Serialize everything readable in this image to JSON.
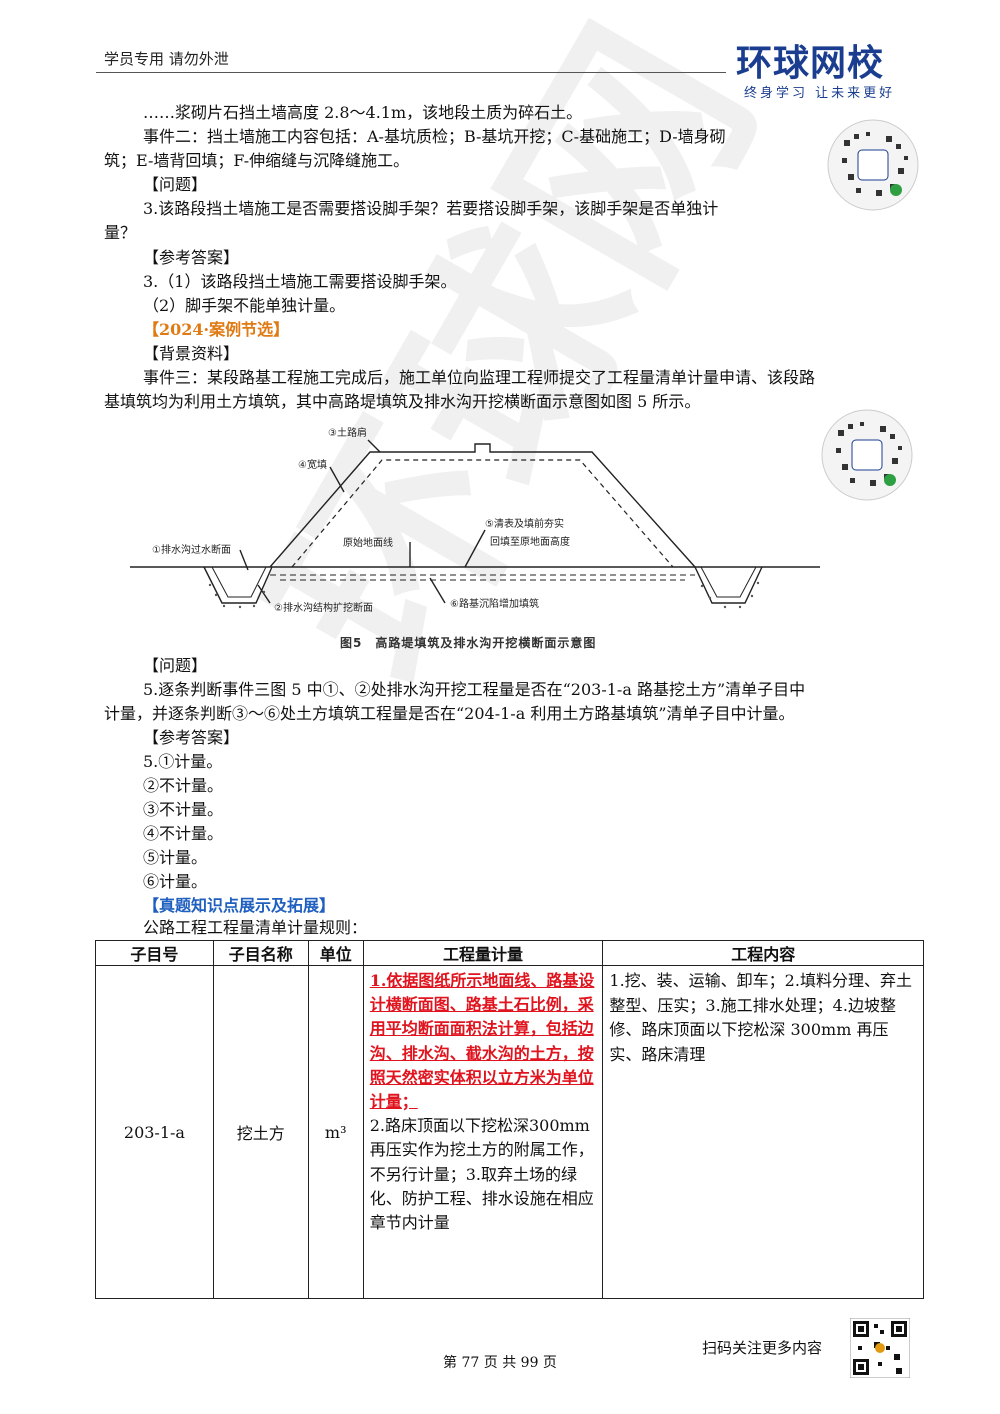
{
  "header": {
    "left_text": "学员专用 请勿外泄",
    "logo_text": "环球网校",
    "logo_slogan": "终身学习 让未来更好"
  },
  "watermark": "环球网",
  "body_lines": [
    "……浆砌片石挡土墙高度 2.8～4.1m，该地段土质为碎石土。",
    "事件二：挡土墙施工内容包括：A-基坑质检；B-基坑开挖；C-基础施工；D-墙身砌",
    "筑；E-墙背回填；F-伸缩缝与沉降缝施工。",
    "【问题】",
    "3.该路段挡土墙施工是否需要搭设脚手架？若要搭设脚手架，该脚手架是否单独计",
    "量？",
    "【参考答案】",
    "3.（1）该路段挡土墙施工需要搭设脚手架。",
    "（2）脚手架不能单独计量。",
    "【2024·案例节选】",
    "【背景资料】",
    "事件三：某段路基工程施工完成后，施工单位向监理工程师提交了工程量清单计量申请、该段路",
    "基填筑均为利用土方填筑，其中高路堤填筑及排水沟开挖横断面示意图如图 5 所示。"
  ],
  "figure": {
    "labels": {
      "l3": "③土路肩",
      "l4": "④宽填",
      "l1": "①排水沟过水断面",
      "lorig": "原始地面线",
      "l5a": "⑤清表及填前夯实",
      "l5b": "回填至原地面高度",
      "l2": "②排水沟结构扩挖断面",
      "l6": "⑥路基沉陷增加填筑"
    },
    "caption": "图5　高路堤填筑及排水沟开挖横断面示意图"
  },
  "after_lines": [
    "【问题】",
    "5.逐条判断事件三图 5 中①、②处排水沟开挖工程量是否在“203-1-a 路基挖土方”清单子目中",
    "计量，并逐条判断③～⑥处土方填筑工程量是否在“204-1-a  利用土方路基填筑”清单子目中计量。",
    "【参考答案】",
    "5.①计量。",
    "②不计量。",
    "③不计量。",
    "④不计量。",
    "⑤计量。",
    "⑥计量。",
    "【真题知识点展示及拓展】",
    "公路工程工程量清单计量规则："
  ],
  "table": {
    "headers": [
      "子目号",
      "子目名称",
      "单位",
      "工程量计量",
      "工程内容"
    ],
    "row": {
      "code": "203-1-a",
      "name": "挖土方",
      "unit": "m³",
      "measure_red": "1.依据图纸所示地面线、路基设计横断面图、路基土石比例，采用平均断面面积法计算，包括边沟、排水沟、截水沟的土方，按照天然密实体积以立方米为单位计量；",
      "measure_rest": "2.路床顶面以下挖松深300mm 再压实作为挖土方的附属工作，不另行计量；3.取弃土场的绿化、防护工程、排水设施在相应章节内计量",
      "content": "1.挖、装、运输、卸车；2.填料分理、弃土整型、压实；3.施工排水处理；4.边坡整修、路床顶面以下挖松深 300mm 再压实、路床清理"
    }
  },
  "footer": {
    "page": "第 77 页 共 99 页",
    "scan_text": "扫码关注更多内容"
  }
}
